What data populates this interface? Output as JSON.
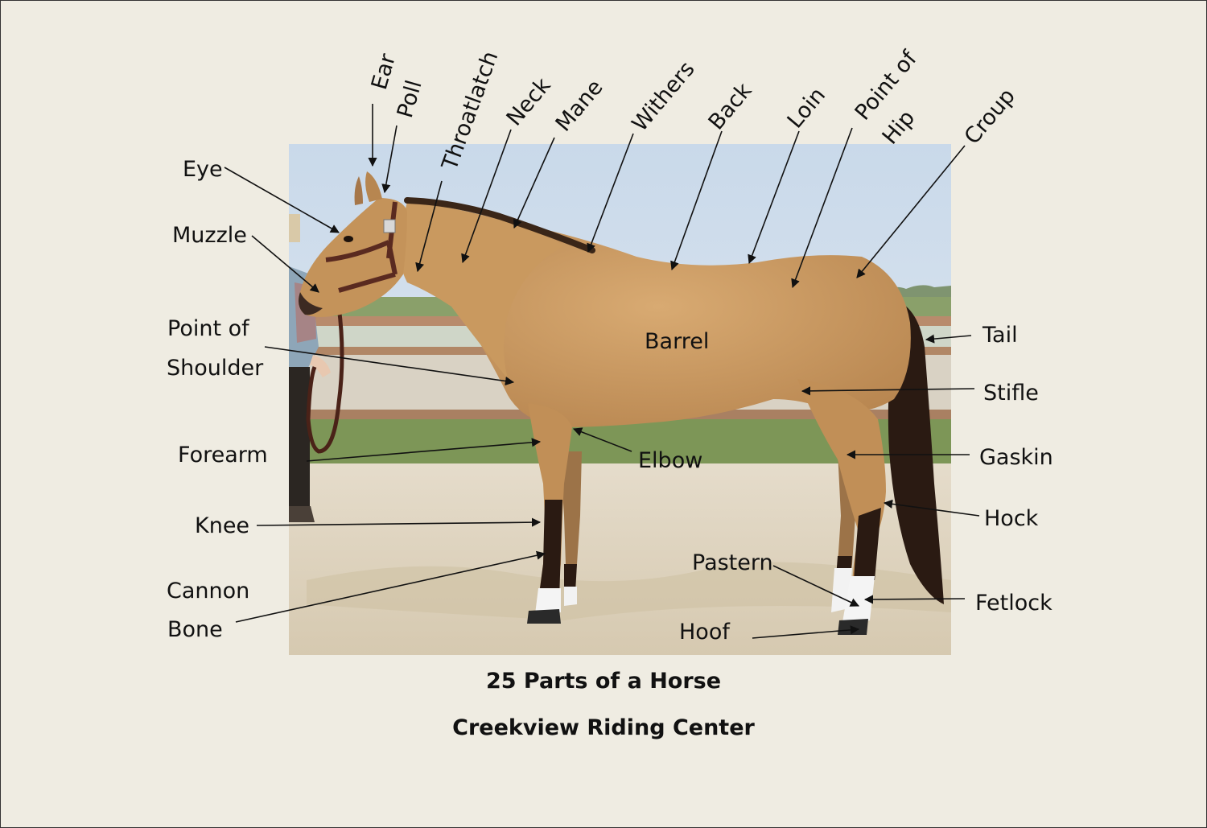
{
  "caption": {
    "title": "25 Parts of a Horse",
    "subtitle": "Creekview Riding Center"
  },
  "labels": {
    "ear": "Ear",
    "poll": "Poll",
    "throatlatch": "Throatlatch",
    "neck": "Neck",
    "mane": "Mane",
    "withers": "Withers",
    "back": "Back",
    "loin": "Loin",
    "point_of_hip_1": "Point of",
    "point_of_hip_2": "Hip",
    "croup": "Croup",
    "eye": "Eye",
    "muzzle": "Muzzle",
    "point_of_shoulder_1": "Point of",
    "point_of_shoulder_2": "Shoulder",
    "forearm": "Forearm",
    "knee": "Knee",
    "cannon_bone_1": "Cannon",
    "cannon_bone_2": "Bone",
    "barrel": "Barrel",
    "elbow": "Elbow",
    "pastern": "Pastern",
    "hoof": "Hoof",
    "tail": "Tail",
    "stifle": "Stifle",
    "gaskin": "Gaskin",
    "hock": "Hock",
    "fetlock": "Fetlock"
  },
  "colors": {
    "background": "#efece2",
    "sky": "#d8e3ee",
    "sand": "#e2d8c4",
    "coat": "#c99a62",
    "mane_tail": "#2a1a12",
    "stocking": "#f4f4f4",
    "halter": "#5a2a20",
    "text": "#111111"
  }
}
